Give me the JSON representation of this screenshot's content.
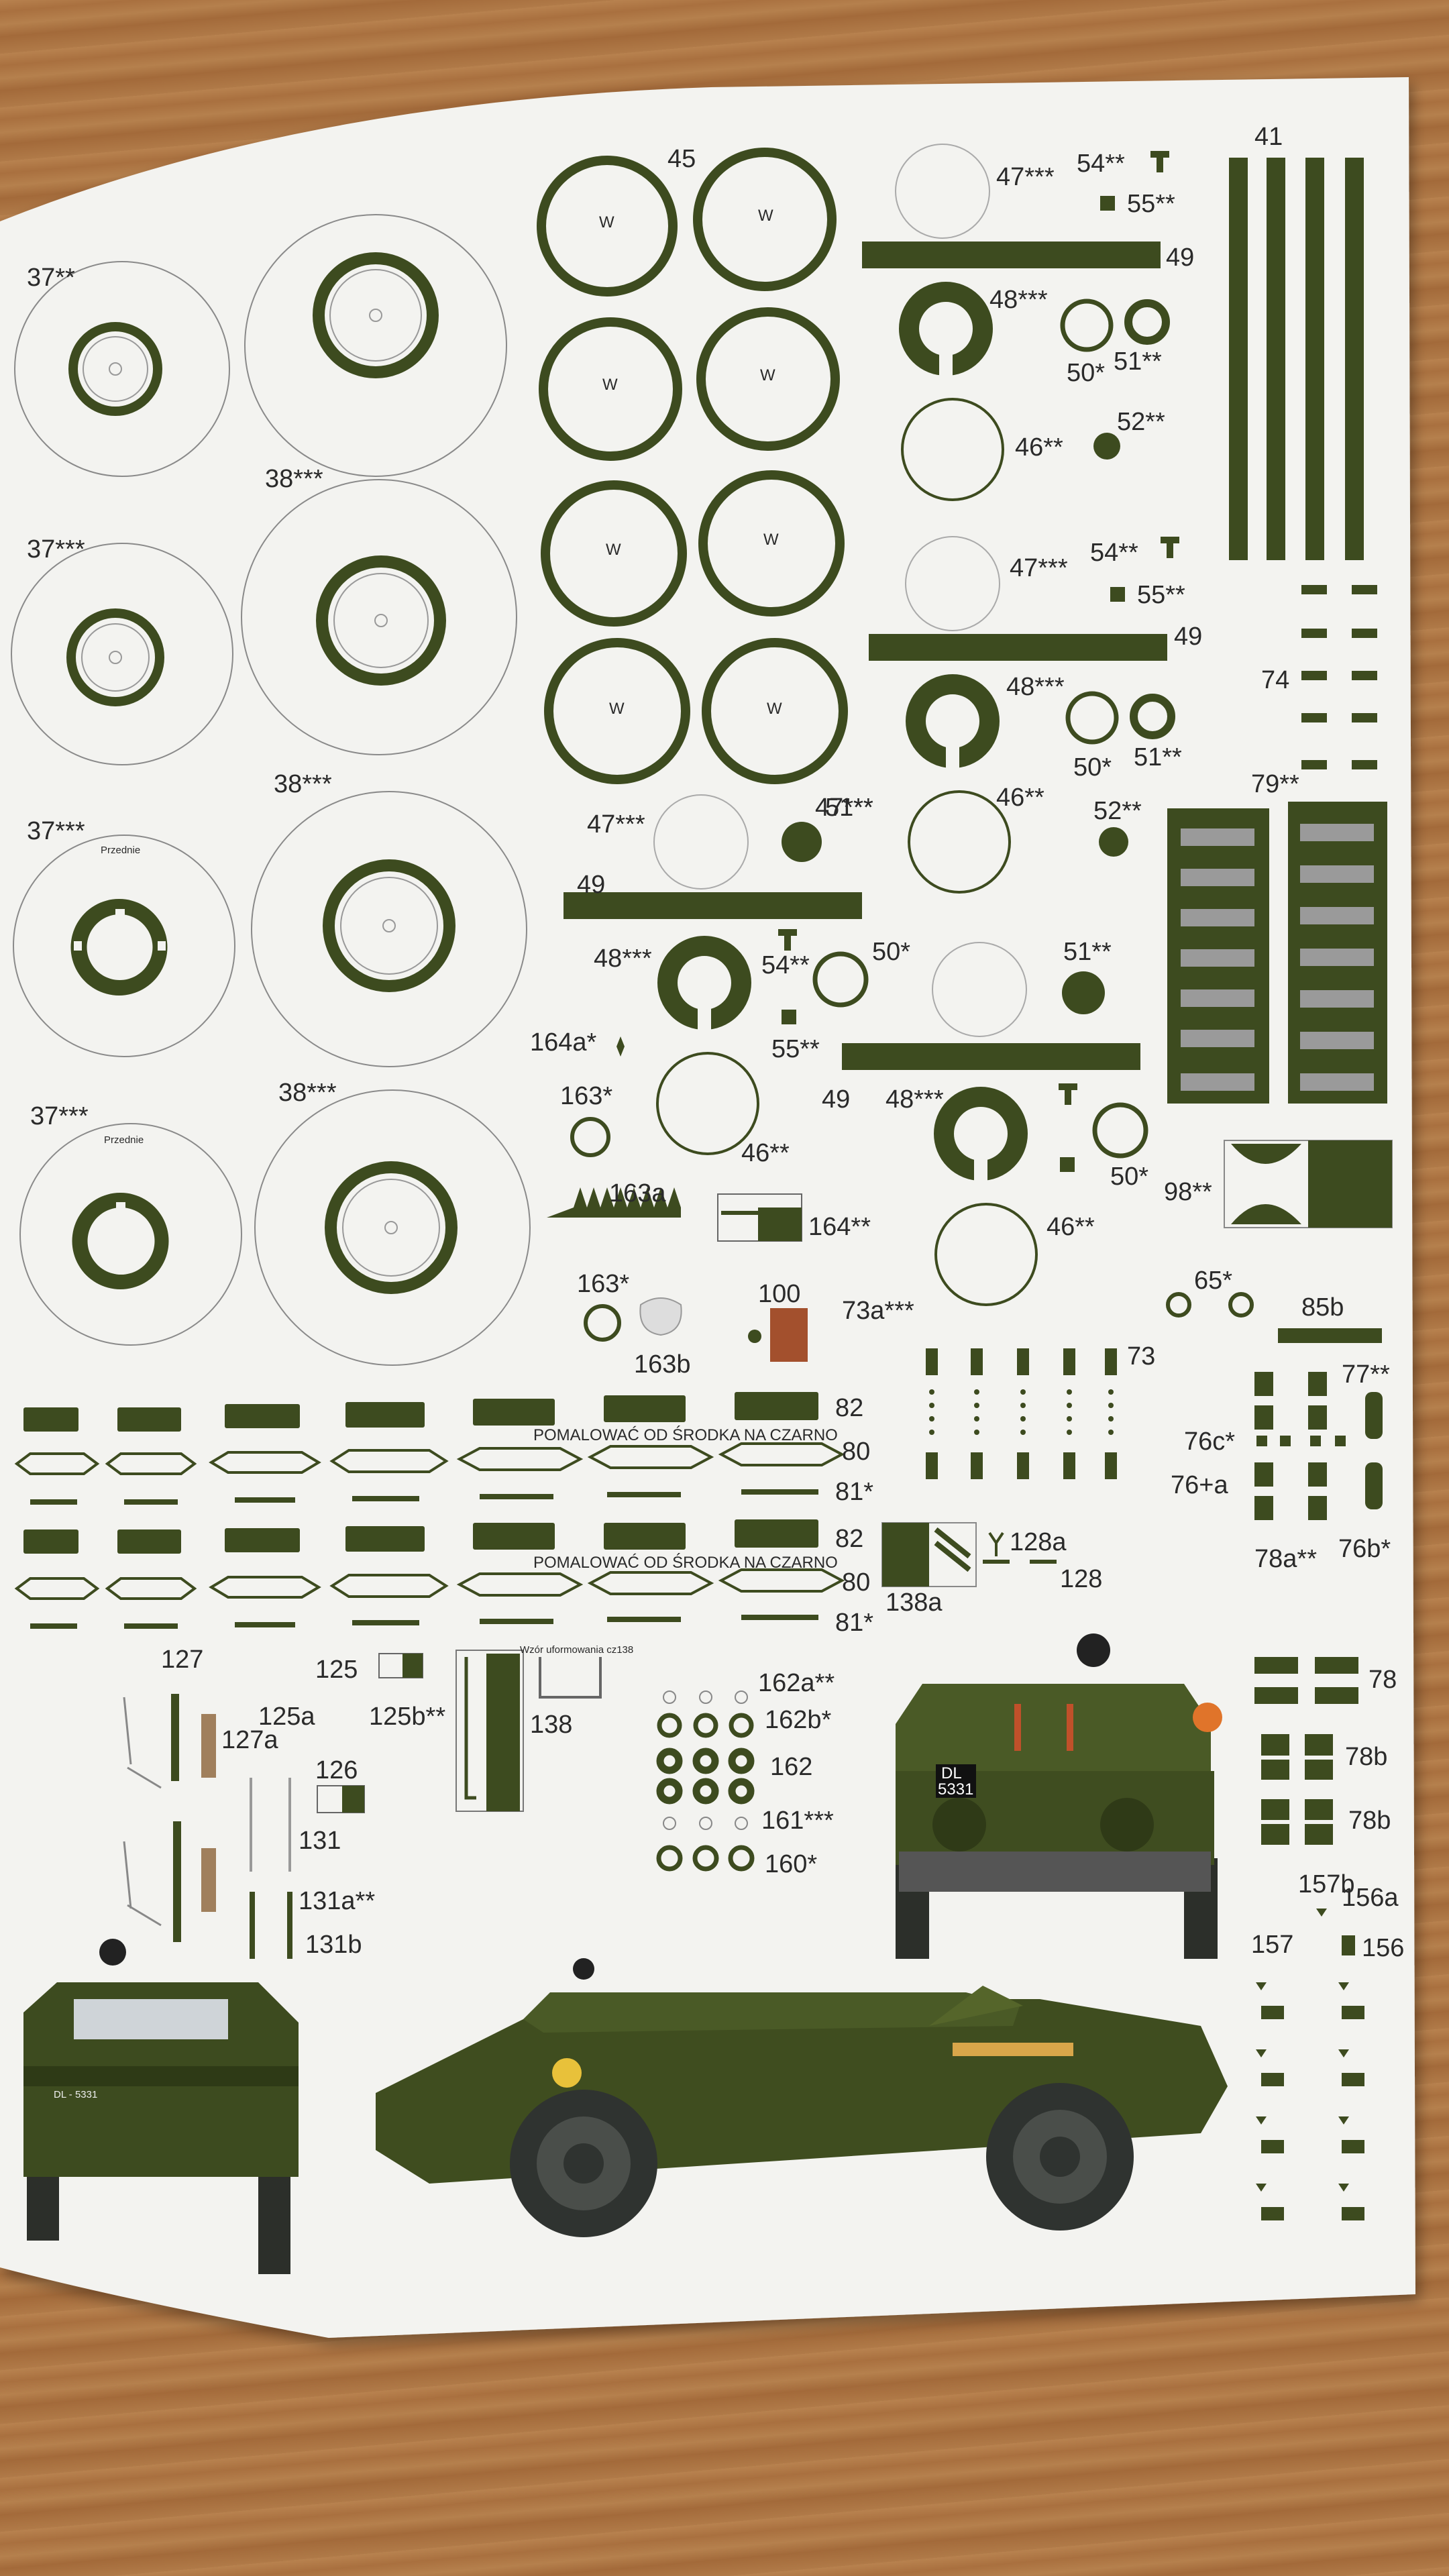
{
  "labels": {
    "l37a": "37**",
    "l37b": "37***",
    "l37c": "37***",
    "l37d": "37***",
    "l38a": "38***",
    "l38b": "38***",
    "l38c": "38***",
    "przednie1": "Przednie",
    "przednie2": "Przednie",
    "l45": "45",
    "l47a": "47***",
    "l47b": "47***",
    "l47c": "47***",
    "l54a": "54**",
    "l54b": "54**",
    "l54c": "54**",
    "l55a": "55**",
    "l55b": "55**",
    "l55c": "55**",
    "l49a": "49",
    "l49b": "49",
    "l49c": "49",
    "l49d": "49",
    "l48a": "48***",
    "l48b": "48***",
    "l48c": "48***",
    "l48d": "48***",
    "l50a": "50*",
    "l50b": "50*",
    "l50c": "50*",
    "l50d": "50*",
    "l51a": "51**",
    "l51b": "51**",
    "l51c": "51**",
    "l51d": "51**",
    "l46a": "46**",
    "l46b": "46**",
    "l46c": "46**",
    "l46d": "46**",
    "l52a": "52**",
    "l52b": "52**",
    "l41": "41",
    "l74": "74",
    "l79": "79**",
    "l98": "98**",
    "l164a": "164a*",
    "l163a": "163*",
    "l163b": "163*",
    "l163aa": "163a",
    "l163bb": "163b",
    "l164": "164**",
    "l100": "100",
    "l65": "65*",
    "l85b": "85b",
    "l73a": "73a***",
    "l73": "73",
    "l77": "77**",
    "l76c": "76c*",
    "l76a": "76+a",
    "l82a": "82",
    "l82b": "82",
    "l80a": "80",
    "l80b": "80",
    "l81a": "81*",
    "l81b": "81*",
    "paint1": "POMALOWAĆ OD ŚRODKA NA CZARNO",
    "paint2": "POMALOWAĆ OD ŚRODKA NA CZARNO",
    "l128a": "128a",
    "l128": "128",
    "l138a": "138a",
    "l78a": "78a**",
    "l76b": "76b*",
    "l78": "78",
    "l78b1": "78b",
    "l78b2": "78b",
    "l127": "127",
    "l127a": "127a",
    "l125": "125",
    "l125a": "125a",
    "l125b": "125b**",
    "l126": "126",
    "l131": "131",
    "l131a": "131a**",
    "l131b": "131b",
    "wzor": "Wzór uformowania cz138",
    "l138": "138",
    "l162a": "162a**",
    "l162b": "162b*",
    "l162": "162",
    "l161": "161***",
    "l160": "160*",
    "l157b": "157b",
    "l156a": "156a",
    "l157": "157",
    "l156": "156",
    "plate_top": "DL",
    "plate_bottom": "5331",
    "plate_side": "DL - 5331",
    "w": "W"
  },
  "colors": {
    "olive": "#3d4b1f",
    "paper": "#f3f3f0",
    "wood": "#b07a48",
    "orange": "#e0742a",
    "red_brown": "#a3502d"
  }
}
